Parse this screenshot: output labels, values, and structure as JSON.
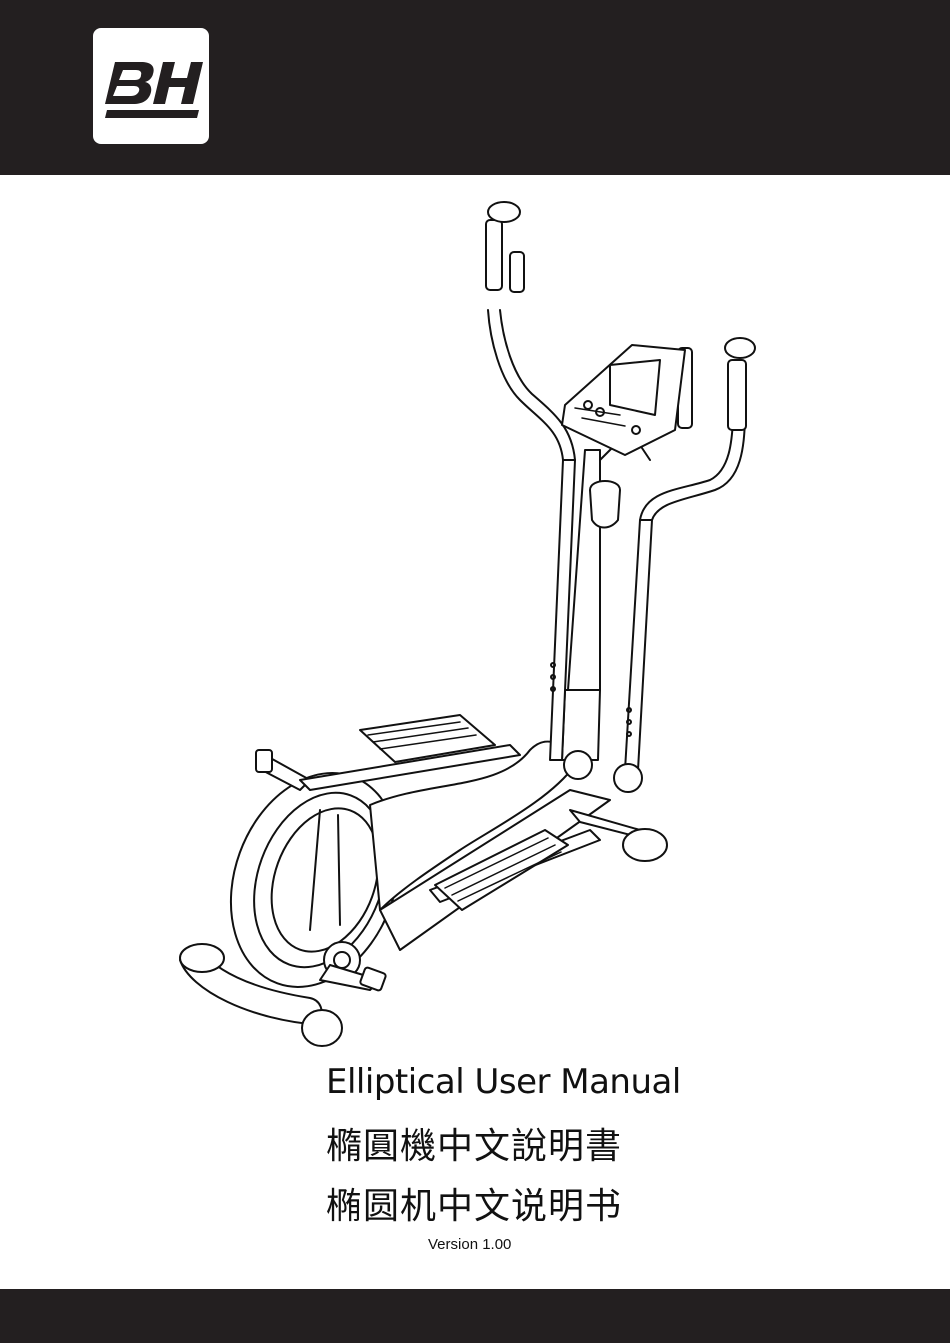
{
  "header": {
    "logo_text": "BH",
    "band_color": "#231f20"
  },
  "illustration": {
    "subject": "elliptical-trainer-line-drawing"
  },
  "title": {
    "english": "Elliptical User Manual",
    "chinese_traditional": "橢圓機中文說明書",
    "chinese_simplified": "椭圆机中文说明书"
  },
  "version": "Version 1.00",
  "footer": {
    "band_color": "#231f20"
  }
}
